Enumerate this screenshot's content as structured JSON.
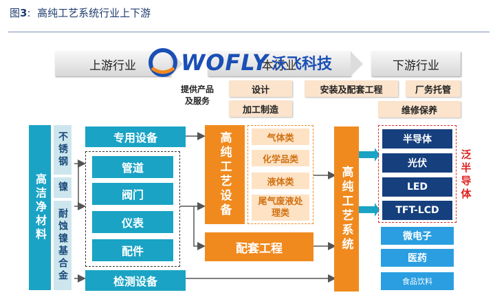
{
  "title": {
    "prefix": "图",
    "number": "3",
    "colon": ":",
    "text": "高纯工艺系统行业上下游"
  },
  "banners": {
    "upstream": "上游行业",
    "midstream": "本行业",
    "downstream": "下游行业"
  },
  "logo": {
    "text": "WOFLY",
    "cn": "沃飞科技"
  },
  "services": {
    "label_line1": "提供产品",
    "label_line2": "及服务",
    "items": [
      "设计",
      "安装及配套工程",
      "厂务托管",
      "加工制造",
      "维修保养"
    ]
  },
  "raw_material": {
    "main": "高洁净材料",
    "subs": [
      "不锈钢",
      "镍",
      "耐蚀镍基合金"
    ]
  },
  "equipment": {
    "special": "专用设备",
    "components": [
      "管道",
      "阀门",
      "仪表",
      "配件"
    ],
    "testing": "检测设备"
  },
  "hp_equipment": {
    "label": "高纯工艺设备",
    "types": [
      "气体类",
      "化学品类",
      "液体类",
      "尾气废液处理类"
    ]
  },
  "supporting": "配套工程",
  "system": "高纯工艺系统",
  "downstream": {
    "semi_group": [
      "半导体",
      "光伏",
      "LED",
      "TFT-LCD"
    ],
    "semi_label": "泛半导体",
    "others": [
      "微电子",
      "医药",
      "食品饮料"
    ]
  },
  "colors": {
    "teal": "#1aa3c4",
    "orange": "#f08a1e",
    "navy": "#153f7d",
    "sky": "#2a9ee0",
    "red": "#e02020"
  }
}
